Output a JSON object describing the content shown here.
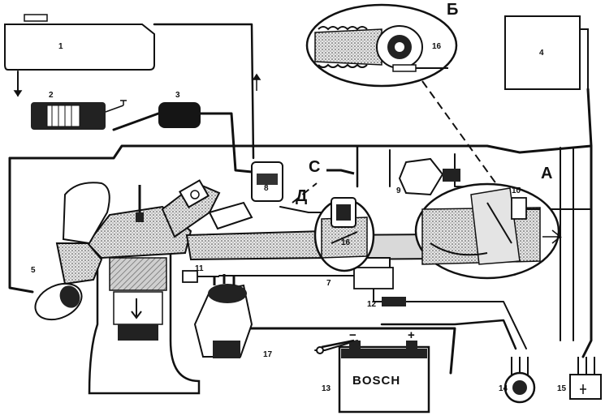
{
  "diagram": {
    "component_numbers": [
      "1",
      "2",
      "3",
      "4",
      "5",
      "7",
      "8",
      "9",
      "10",
      "11",
      "12",
      "13",
      "14",
      "15",
      "16",
      "17",
      "16"
    ],
    "section_letters": {
      "a": "А",
      "b": "Б",
      "c": "С",
      "d": "Д"
    },
    "battery": {
      "brand": "BOSCH",
      "minus": "−",
      "plus": "+"
    }
  }
}
